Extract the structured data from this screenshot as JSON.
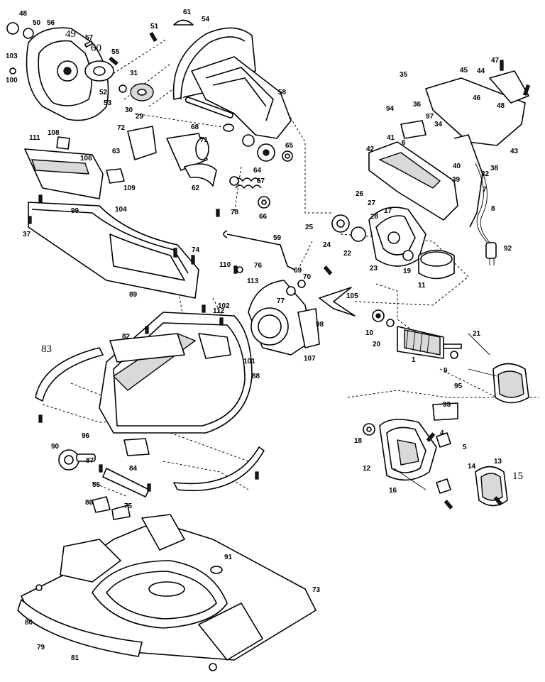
{
  "callouts": [
    "48",
    "50",
    "56",
    "49",
    "57",
    "60",
    "103",
    "100",
    "61",
    "54",
    "51",
    "55",
    "31",
    "52",
    "53",
    "30",
    "29",
    "58",
    "68",
    "72",
    "71",
    "62",
    "65",
    "64",
    "67",
    "66",
    "63",
    "111",
    "108",
    "106",
    "109",
    "104",
    "99",
    "37",
    "78",
    "59",
    "25",
    "24",
    "22",
    "26",
    "27",
    "28",
    "17",
    "23",
    "19",
    "11",
    "92",
    "8",
    "7",
    "35",
    "45",
    "44",
    "47",
    "46",
    "48",
    "94",
    "36",
    "97",
    "34",
    "6",
    "41",
    "42",
    "40",
    "39",
    "32",
    "38",
    "43",
    "74",
    "89",
    "110",
    "76",
    "113",
    "70",
    "69",
    "77",
    "105",
    "102",
    "98",
    "107",
    "101",
    "112",
    "82",
    "88",
    "10",
    "20",
    "1",
    "9",
    "21",
    "95",
    "93",
    "83",
    "96",
    "90",
    "87",
    "84",
    "85",
    "86",
    "75",
    "18",
    "12",
    "16",
    "4",
    "5",
    "14",
    "13",
    "15",
    "91",
    "73",
    "80",
    "79",
    "81"
  ]
}
